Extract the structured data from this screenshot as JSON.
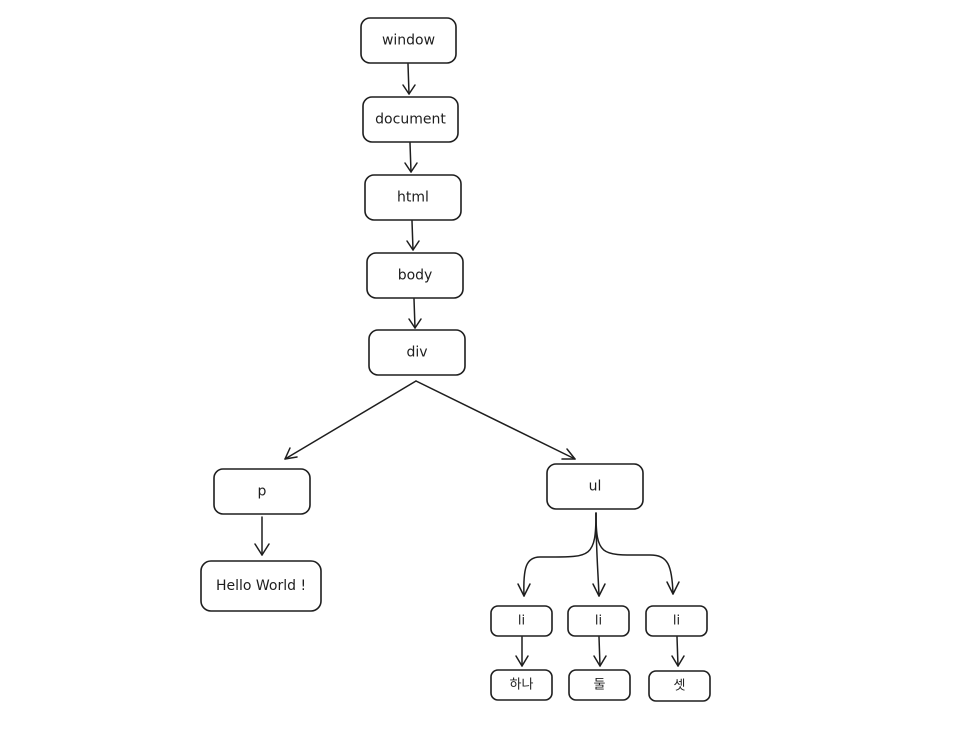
{
  "diagram": {
    "nodes": {
      "window": "window",
      "document": "document",
      "html": "html",
      "body": "body",
      "div": "div",
      "p": "p",
      "hello": "Hello World !",
      "ul": "ul",
      "li1": "li",
      "li2": "li",
      "li3": "li",
      "hana": "하나",
      "dul": "둘",
      "set": "셋"
    },
    "stroke_color": "#1e1e1e",
    "fill_color": "#ffffff"
  }
}
